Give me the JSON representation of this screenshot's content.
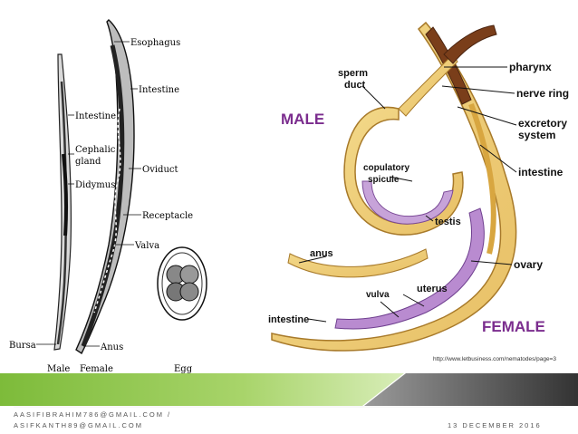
{
  "left_figure": {
    "labels": {
      "esophagus": "Esophagus",
      "intestine_f": "Intestine",
      "intestine_m": "Intestine",
      "cephalic": "Cephalic",
      "gland": "gland",
      "didymus": "Didymus",
      "oviduct": "Oviduct",
      "receptacle": "Receptacle",
      "valva": "Valva",
      "bursa": "Bursa",
      "anus": "Anus",
      "male": "Male",
      "female": "Female",
      "egg": "Egg"
    }
  },
  "right_figure": {
    "labels": {
      "male": "MALE",
      "female": "FEMALE",
      "sperm": "sperm",
      "duct": "duct",
      "copulatory": "copulatory",
      "spicule": "spicule",
      "testis": "testis",
      "anus": "anus",
      "intestine_bottom": "intestine",
      "vulva": "vulva",
      "uterus": "uterus",
      "ovary": "ovary",
      "pharynx": "pharynx",
      "nerve_ring": "nerve ring",
      "excretory": "excretory",
      "system": "system",
      "intestine_right": "intestine",
      "url": "http://www.letbusiness.com/nematodes/page=3"
    }
  },
  "footer": {
    "author_line1": "AASIFIBRAHIM786@GMAIL.COM /",
    "author_line2": "ASIFKANTH89@GMAIL.COM",
    "date": "13 DECEMBER 2016"
  },
  "colors": {
    "green_band": "#8dc63f",
    "dark_band": "#4a4a4a",
    "male_label": "#7b2d8e",
    "female_label": "#7b2d8e"
  }
}
